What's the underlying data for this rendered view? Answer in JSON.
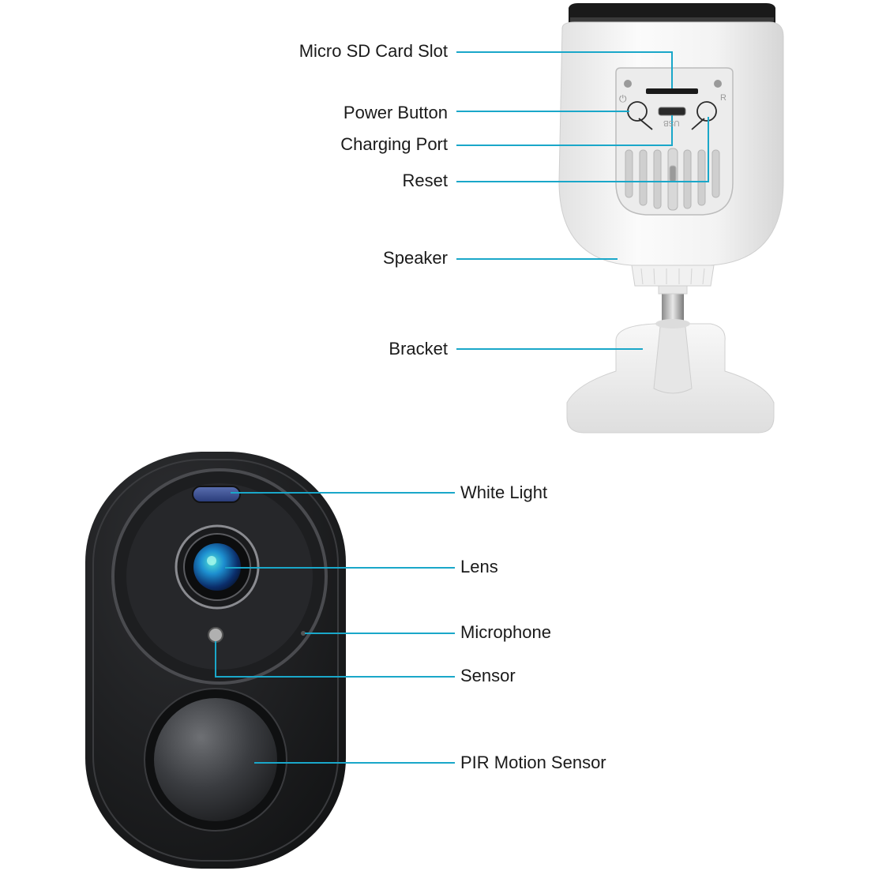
{
  "colors": {
    "leader": "#1aa7c9",
    "label_text": "#1a1a1a",
    "camera_white": "#f4f4f4",
    "camera_black": "#1b1c1e"
  },
  "rear_view": {
    "callouts": [
      {
        "id": "micro-sd-card-slot",
        "label": "Micro SD Card Slot"
      },
      {
        "id": "power-button",
        "label": "Power Button"
      },
      {
        "id": "charging-port",
        "label": "Charging Port"
      },
      {
        "id": "reset",
        "label": "Reset"
      },
      {
        "id": "speaker",
        "label": "Speaker"
      },
      {
        "id": "bracket",
        "label": "Bracket"
      }
    ],
    "panel_marks": {
      "power_symbol": "⏻",
      "usb_text": "USB",
      "reset_text": "R"
    }
  },
  "front_view": {
    "callouts": [
      {
        "id": "white-light",
        "label": "White Light"
      },
      {
        "id": "lens",
        "label": "Lens"
      },
      {
        "id": "microphone",
        "label": "Microphone"
      },
      {
        "id": "sensor",
        "label": "Sensor"
      },
      {
        "id": "pir-motion-sensor",
        "label": "PIR Motion Sensor"
      }
    ]
  }
}
